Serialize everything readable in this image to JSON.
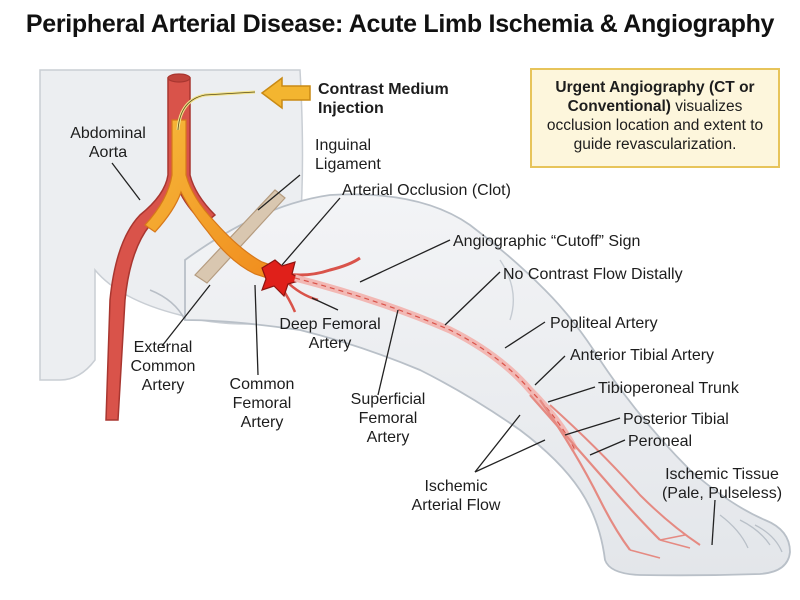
{
  "title": "Peripheral Arterial Disease: Acute Limb Ischemia & Angiography",
  "infobox": {
    "bold_text": "Urgent Angiography (CT or Conventional)",
    "text": " visualizes occlusion location and extent to guide revascularization."
  },
  "labels": {
    "contrast_line1": "Contrast Medium",
    "contrast_line2": "Injection",
    "aorta_line1": "Abdominal",
    "aorta_line2": "Aorta",
    "inguinal_line1": "Inguinal",
    "inguinal_line2": "Ligament",
    "occlusion": "Arterial Occlusion (Clot)",
    "cutoff": "Angiographic “Cutoff” Sign",
    "no_flow": "No Contrast Flow Distally",
    "popliteal": "Popliteal Artery",
    "anterior_tibial": "Anterior Tibial Artery",
    "tibioperoneal": "Tibioperoneal Trunk",
    "posterior_tibial": "Posterior Tibial",
    "peroneal": "Peroneal",
    "ischemic_tissue_line1": "Ischemic Tissue",
    "ischemic_tissue_line2": "(Pale, Pulseless)",
    "deep_femoral_line1": "Deep Femoral",
    "deep_femoral_line2": "Artery",
    "external_line1": "External",
    "external_line2": "Common",
    "external_line3": "Artery",
    "common_femoral_line1": "Common",
    "common_femoral_line2": "Femoral",
    "common_femoral_line3": "Artery",
    "superficial_line1": "Superficial",
    "superficial_line2": "Femoral",
    "superficial_line3": "Artery",
    "ischemic_flow_line1": "Ischemic",
    "ischemic_flow_line2": "Arterial Flow"
  },
  "colors": {
    "artery": "#d9534a",
    "contrast": "#f5a623",
    "clot": "#e0201a",
    "skin": "#eef0f2",
    "ischemic_artery": "#f2b8b4",
    "arrow": "#f3b530",
    "box_border": "#e7c45a",
    "box_fill": "#fdf6dc"
  }
}
